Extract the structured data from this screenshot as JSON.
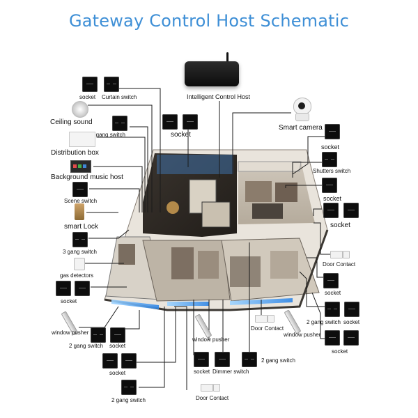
{
  "title": "Gateway Control Host Schematic",
  "hub": {
    "label": "Intelligent Control Host",
    "icon": "router-icon"
  },
  "labels": {
    "socket_1": "socket",
    "curtain_switch": "Curtain switch",
    "ceiling_sound": "Ceiling sound",
    "gang2_1": "2 gang switch",
    "distribution_box": "Distribution box",
    "music_host": "Background music host",
    "scene_switch": "Scene switch",
    "smart_lock": "smart Lock",
    "gang3": "3 gang switch",
    "gas_detectors": "gas detectors",
    "socket_2": "socket",
    "window_pusher_1": "window pusher",
    "gang2_2": "2 gang switch",
    "socket_3": "socket",
    "socket_4": "socket",
    "gang2_3": "2 gang switch",
    "socket_top": "socket",
    "smart_camera": "Smart camera",
    "socket_r1": "socket",
    "shutters_switch": "Shutters switch",
    "socket_r2": "socket",
    "socket_r3": "socket",
    "door_contact_r": "Door Contact",
    "socket_r4": "socket",
    "gang2_r": "2 gang switch",
    "socket_r5": "socket",
    "window_pusher_r": "window pusher",
    "socket_r6": "socket",
    "door_contact_c": "Door Contact",
    "window_pusher_c": "window pusher",
    "socket_bc": "socket",
    "dimmer_switch": "Dimmer switch",
    "gang2_bc": "2 gang switch",
    "door_contact_b": "Door Contact"
  },
  "colors": {
    "title": "#3e8fd6",
    "wire": "#1a1a1a",
    "switch_panel": "#0d0d0d",
    "floor_glow": "#4aa3ff"
  }
}
